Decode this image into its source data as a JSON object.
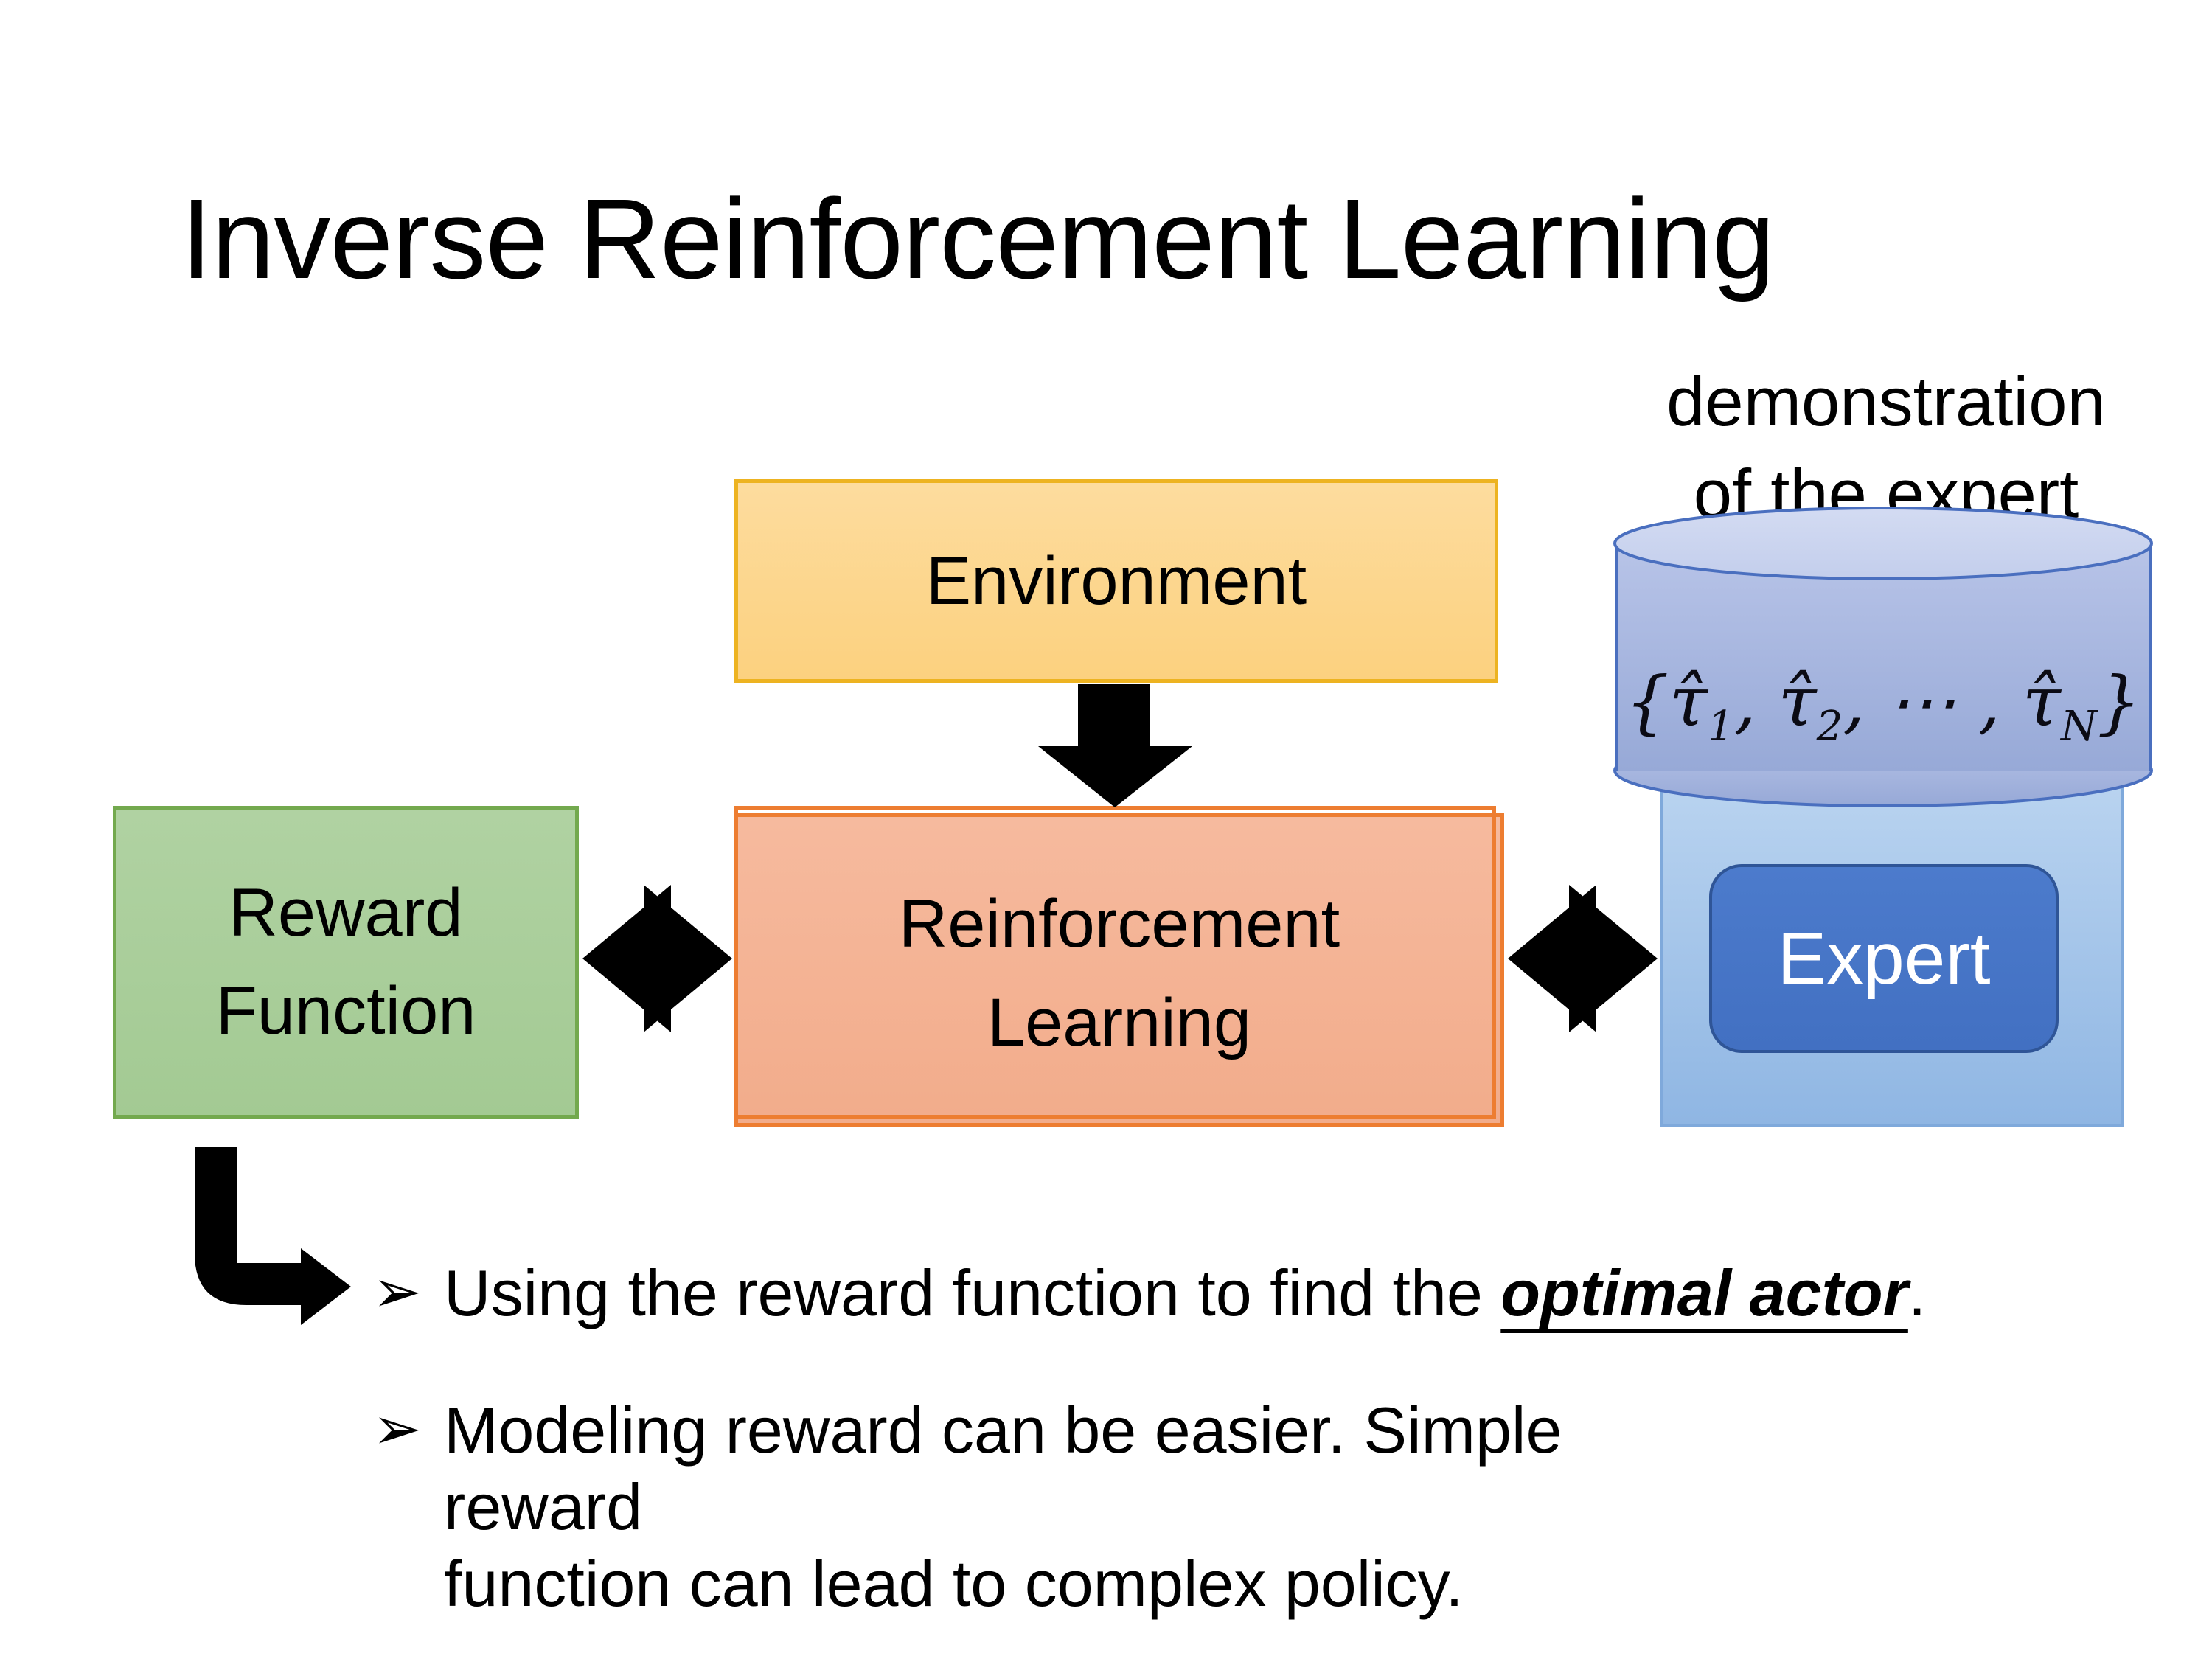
{
  "slide": {
    "title": "Inverse Reinforcement Learning"
  },
  "diagram": {
    "environment": {
      "label": "Environment"
    },
    "reward_function": {
      "label_line1": "Reward",
      "label_line2": "Function"
    },
    "reinforcement_learning": {
      "label_line1": "Reinforcement",
      "label_line2": "Learning"
    },
    "expert": {
      "label": "Expert"
    },
    "demonstration_caption": {
      "line1": "demonstration",
      "line2": "of the expert"
    },
    "formula": {
      "open": "{",
      "tau_hat": "τ̂",
      "sub1": "1",
      "sep1": ", ",
      "sub2": "2",
      "sep2": ", ⋯ , ",
      "subN": "N",
      "close": "}"
    },
    "colors": {
      "env_border": "#EDB321",
      "env_fill_top": "#FDDC9E",
      "env_fill_bottom": "#FCD17F",
      "green_border": "#73A94E",
      "green_fill_top": "#B0D2A2",
      "green_fill_bottom": "#A3CA93",
      "orange_border": "#ED7D31",
      "rl_fill_top": "#F6BA9E",
      "rl_fill_bottom": "#F2AC8B",
      "container_fill_top": "#BAD4F0",
      "container_fill_bottom": "#8FB6E3",
      "container_border": "#7FA9DB",
      "expert_fill": "#4472C4",
      "expert_border": "#2F5597",
      "expert_text": "#FFFFFF",
      "cylinder_body_top": "#B8C4E8",
      "cylinder_body_bottom": "#97A9D7",
      "cylinder_top_fill": "#CDD6F0",
      "cylinder_border": "#4A6FBF",
      "arrow_black": "#000000",
      "text_black": "#000000"
    }
  },
  "bullets": {
    "glyph": "➢",
    "item1_prefix": "Using the reward function to find the ",
    "item1_emphasis": "optimal actor",
    "item1_suffix": ".",
    "item2_line1": "Modeling reward can be easier. Simple reward",
    "item2_line2": "function can lead to complex policy."
  }
}
